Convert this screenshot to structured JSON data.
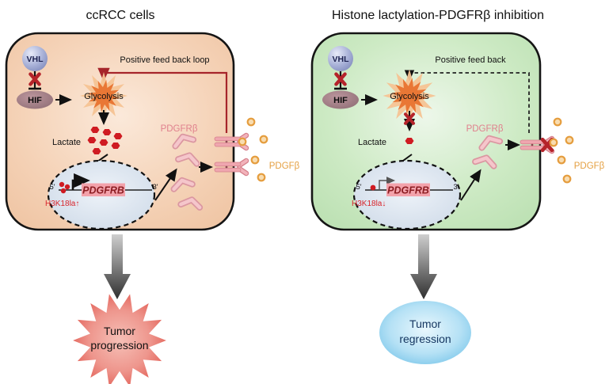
{
  "left": {
    "title": "ccRCC cells",
    "vhl_label": "VHL",
    "hif_label": "HIF",
    "glycolysis_label": "Glycolysis",
    "feedback_label": "Positive feed back loop",
    "lactate_label": "Lactate",
    "five_prime": "5'",
    "three_prime": "3'",
    "gene_label": "PDGFRB",
    "histone_mark": "H3K18la↑",
    "receptor_label": "PDGFRβ",
    "ligand_label": "PDGFβ",
    "outcome_line1": "Tumor",
    "outcome_line2": "progression"
  },
  "right": {
    "title": "Histone lactylation-PDGFRβ inhibition",
    "vhl_label": "VHL",
    "hif_label": "HIF",
    "glycolysis_label": "Glycolysis",
    "feedback_label": "Positive feed back",
    "lactate_label": "Lactate",
    "five_prime": "5'",
    "three_prime": "3'",
    "gene_label": "PDGFRB",
    "histone_mark": "H3K18la↓",
    "receptor_label": "PDGFRβ",
    "ligand_label": "PDGFβ",
    "outcome_line1": "Tumor",
    "outcome_line2": "regression"
  },
  "colors": {
    "cell_left": "#edbf9b",
    "cell_right": "#b4dcab",
    "lactate_red": "#cf1b22",
    "feedback_red": "#a6252b",
    "receptor_pink_text": "#e0808d",
    "ligand_orange": "#e5a042",
    "histone_red": "#d8242b",
    "gene_text_red": "#8c1d22",
    "tumor_star_red": "#e0544b",
    "tumor_ellipse_blue": "#6abfe7"
  }
}
